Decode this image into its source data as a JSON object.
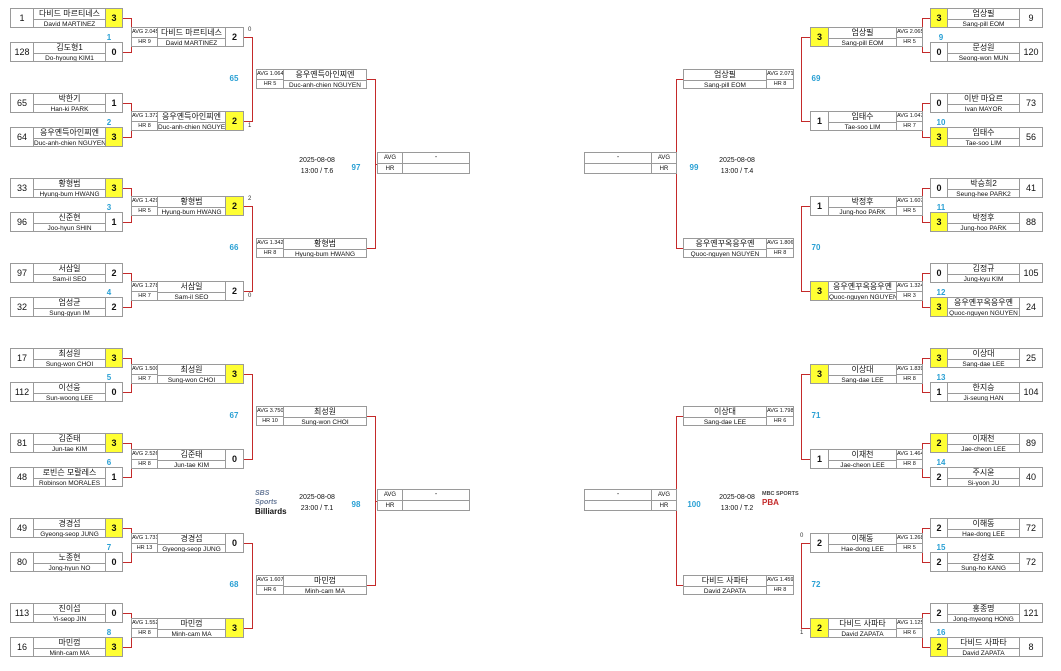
{
  "round1": [
    {
      "side": "L",
      "match": "1",
      "players": [
        {
          "seed": "1",
          "kr": "다비드 마르티네스",
          "en": "David MARTINEZ",
          "score": "3",
          "win": true
        },
        {
          "seed": "128",
          "kr": "김도형1",
          "en": "Do-hyoung KIM1",
          "score": "0",
          "win": false
        }
      ]
    },
    {
      "side": "L",
      "match": "2",
      "players": [
        {
          "seed": "65",
          "kr": "박한기",
          "en": "Han-ki PARK",
          "score": "1",
          "win": false
        },
        {
          "seed": "64",
          "kr": "응우옌득아인찌엔",
          "en": "Duc-anh-chien NGUYEN",
          "score": "3",
          "win": true
        }
      ]
    },
    {
      "side": "L",
      "match": "3",
      "players": [
        {
          "seed": "33",
          "kr": "황형범",
          "en": "Hyung-bum HWANG",
          "score": "3",
          "win": true
        },
        {
          "seed": "96",
          "kr": "신준현",
          "en": "Joo-hyun SHIN",
          "score": "1",
          "win": false
        }
      ]
    },
    {
      "side": "L",
      "match": "4",
      "players": [
        {
          "seed": "97",
          "kr": "서삼일",
          "en": "Sam-il SEO",
          "score": "2",
          "win": false
        },
        {
          "seed": "32",
          "kr": "엄성균",
          "en": "Sung-gyun IM",
          "score": "2",
          "win": false
        }
      ]
    },
    {
      "side": "L",
      "match": "5",
      "players": [
        {
          "seed": "17",
          "kr": "최성원",
          "en": "Sung-won CHOI",
          "score": "3",
          "win": true
        },
        {
          "seed": "112",
          "kr": "이선웅",
          "en": "Sun-woong LEE",
          "score": "0",
          "win": false
        }
      ]
    },
    {
      "side": "L",
      "match": "6",
      "players": [
        {
          "seed": "81",
          "kr": "김준태",
          "en": "Jun-tae KIM",
          "score": "3",
          "win": true
        },
        {
          "seed": "48",
          "kr": "로빈슨 모랄레스",
          "en": "Robinson MORALES",
          "score": "1",
          "win": false
        }
      ]
    },
    {
      "side": "L",
      "match": "7",
      "players": [
        {
          "seed": "49",
          "kr": "경경섭",
          "en": "Gyeong-seop JUNG",
          "score": "3",
          "win": true
        },
        {
          "seed": "80",
          "kr": "노종현",
          "en": "Jong-hyun NO",
          "score": "0",
          "win": false
        }
      ]
    },
    {
      "side": "L",
      "match": "8",
      "players": [
        {
          "seed": "113",
          "kr": "진이섭",
          "en": "Yi-seop JIN",
          "score": "0",
          "win": false
        },
        {
          "seed": "16",
          "kr": "마민껌",
          "en": "Minh-cam MA",
          "score": "3",
          "win": true
        }
      ]
    },
    {
      "side": "R",
      "match": "9",
      "players": [
        {
          "seed": "9",
          "kr": "엄상필",
          "en": "Sang-pill EOM",
          "score": "3",
          "win": true
        },
        {
          "seed": "120",
          "kr": "문성원",
          "en": "Seong-won MUN",
          "score": "0",
          "win": false
        }
      ]
    },
    {
      "side": "R",
      "match": "10",
      "players": [
        {
          "seed": "73",
          "kr": "이반 마요르",
          "en": "Ivan MAYOR",
          "score": "0",
          "win": false
        },
        {
          "seed": "56",
          "kr": "임태수",
          "en": "Tae-soo LIM",
          "score": "3",
          "win": true
        }
      ]
    },
    {
      "side": "R",
      "match": "11",
      "players": [
        {
          "seed": "41",
          "kr": "박승희2",
          "en": "Seung-hee PARK2",
          "score": "0",
          "win": false
        },
        {
          "seed": "88",
          "kr": "박정후",
          "en": "Jung-hoo PARK",
          "score": "3",
          "win": true
        }
      ]
    },
    {
      "side": "R",
      "match": "12",
      "players": [
        {
          "seed": "105",
          "kr": "김정규",
          "en": "Jung-kyu KIM",
          "score": "0",
          "win": false
        },
        {
          "seed": "24",
          "kr": "응우옌꾸옥응우옌",
          "en": "Quoc-nguyen NGUYEN",
          "score": "3",
          "win": true
        }
      ]
    },
    {
      "side": "R",
      "match": "13",
      "players": [
        {
          "seed": "25",
          "kr": "이상대",
          "en": "Sang-dae LEE",
          "score": "3",
          "win": true
        },
        {
          "seed": "104",
          "kr": "한지승",
          "en": "Ji-seung HAN",
          "score": "1",
          "win": false
        }
      ]
    },
    {
      "side": "R",
      "match": "14",
      "players": [
        {
          "seed": "89",
          "kr": "이재천",
          "en": "Jae-cheon LEE",
          "score": "2",
          "win": true
        },
        {
          "seed": "40",
          "kr": "주시윤",
          "en": "Si-yoon JU",
          "score": "2",
          "win": false
        }
      ]
    },
    {
      "side": "R",
      "match": "15",
      "players": [
        {
          "seed": "72",
          "kr": "이해동",
          "en": "Hae-dong LEE",
          "score": "2",
          "win": false
        },
        {
          "seed": "72",
          "kr": "강성호",
          "en": "Sung-ho KANG",
          "score": "2",
          "win": false
        }
      ]
    },
    {
      "side": "R",
      "match": "16",
      "players": [
        {
          "seed": "121",
          "kr": "홍종명",
          "en": "Jong-myeong HONG",
          "score": "2",
          "win": false
        },
        {
          "seed": "8",
          "kr": "다비드 사파타",
          "en": "David ZAPATA",
          "score": "2",
          "win": true
        }
      ]
    }
  ],
  "round2": [
    {
      "side": "L",
      "match": "65",
      "players": [
        {
          "avg": "AVG 2.045",
          "hr": "HR 9",
          "kr": "다비드 마르티네스",
          "en": "David MARTINEZ",
          "score": "2",
          "win": false,
          "set": "0"
        },
        {
          "avg": "AVG 1.372",
          "hr": "HR 8",
          "kr": "응우옌득아인찌엔",
          "en": "Duc-anh-chien NGUYEN",
          "score": "2",
          "win": true,
          "set": "1"
        }
      ]
    },
    {
      "side": "L",
      "match": "66",
      "players": [
        {
          "avg": "AVG 1.429",
          "hr": "HR 5",
          "kr": "황형범",
          "en": "Hyung-bum HWANG",
          "score": "2",
          "win": true,
          "set": "2"
        },
        {
          "avg": "AVG 1.278",
          "hr": "HR 7",
          "kr": "서삼일",
          "en": "Sam-il SEO",
          "score": "2",
          "win": false,
          "set": "0"
        }
      ]
    },
    {
      "side": "L",
      "match": "67",
      "players": [
        {
          "avg": "AVG 1.500",
          "hr": "HR 7",
          "kr": "최성원",
          "en": "Sung-won CHOI",
          "score": "3",
          "win": true,
          "set": ""
        },
        {
          "avg": "AVG 2.526",
          "hr": "HR 8",
          "kr": "김준태",
          "en": "Jun-tae KIM",
          "score": "0",
          "win": false,
          "set": ""
        }
      ]
    },
    {
      "side": "L",
      "match": "68",
      "players": [
        {
          "avg": "AVG 1.731",
          "hr": "HR 13",
          "kr": "경경섭",
          "en": "Gyeong-seop JUNG",
          "score": "0",
          "win": false,
          "set": ""
        },
        {
          "avg": "AVG 1.552",
          "hr": "HR 8",
          "kr": "마민껌",
          "en": "Minh-cam MA",
          "score": "3",
          "win": true,
          "set": ""
        }
      ]
    },
    {
      "side": "R",
      "match": "69",
      "players": [
        {
          "avg": "AVG 2.065",
          "hr": "HR 5",
          "kr": "엄상필",
          "en": "Sang-pill EOM",
          "score": "3",
          "win": true,
          "set": ""
        },
        {
          "avg": "AVG 1.047",
          "hr": "HR 7",
          "kr": "임태수",
          "en": "Tae-soo LIM",
          "score": "1",
          "win": false,
          "set": ""
        }
      ]
    },
    {
      "side": "R",
      "match": "70",
      "players": [
        {
          "avg": "AVG 1.607",
          "hr": "HR 5",
          "kr": "박정후",
          "en": "Jung-hoo PARK",
          "score": "1",
          "win": false,
          "set": ""
        },
        {
          "avg": "AVG 1.324",
          "hr": "HR 3",
          "kr": "응우옌꾸옥응우옌",
          "en": "Quoc-nguyen NGUYEN",
          "score": "3",
          "win": true,
          "set": ""
        }
      ]
    },
    {
      "side": "R",
      "match": "71",
      "players": [
        {
          "avg": "AVG 1.839",
          "hr": "HR 8",
          "kr": "이상대",
          "en": "Sang-dae LEE",
          "score": "3",
          "win": true,
          "set": ""
        },
        {
          "avg": "AVG 1.464",
          "hr": "HR 8",
          "kr": "이재천",
          "en": "Jae-cheon LEE",
          "score": "1",
          "win": false,
          "set": ""
        }
      ]
    },
    {
      "side": "R",
      "match": "72",
      "players": [
        {
          "avg": "AVG 1.268",
          "hr": "HR 5",
          "kr": "이해동",
          "en": "Hae-dong LEE",
          "score": "2",
          "win": false,
          "set": "0"
        },
        {
          "avg": "AVG 1.125",
          "hr": "HR 6",
          "kr": "다비드 사파타",
          "en": "David ZAPATA",
          "score": "2",
          "win": true,
          "set": "1"
        }
      ]
    }
  ],
  "round3": [
    {
      "side": "L",
      "match": "97",
      "info": [
        "2025-08-08",
        "13:00 / T.6"
      ],
      "players": [
        {
          "avg": "AVG 1.064",
          "hr": "HR 5",
          "kr": "응우옌득아인찌엔",
          "en": "Duc-anh-chien NGUYEN"
        },
        {
          "avg": "AVG 1.342",
          "hr": "HR 8",
          "kr": "황형범",
          "en": "Hyung-bum HWANG"
        }
      ]
    },
    {
      "side": "L",
      "match": "98",
      "info": [
        "2025-08-08",
        "23:00 / T.1"
      ],
      "players": [
        {
          "avg": "AVG 3.750",
          "hr": "HR 10",
          "kr": "최성원",
          "en": "Sung-won CHOI"
        },
        {
          "avg": "AVG 1.607",
          "hr": "HR 6",
          "kr": "마민껌",
          "en": "Minh-cam MA"
        }
      ]
    },
    {
      "side": "R",
      "match": "99",
      "info": [
        "2025-08-08",
        "13:00 / T.4"
      ],
      "players": [
        {
          "avg": "AVG 2.071",
          "hr": "HR 8",
          "kr": "엄상필",
          "en": "Sang-pill EOM"
        },
        {
          "avg": "AVG 1.806",
          "hr": "HR 8",
          "kr": "응우옌꾸옥응우옌",
          "en": "Quoc-nguyen NGUYEN"
        }
      ]
    },
    {
      "side": "R",
      "match": "100",
      "info": [
        "2025-08-08",
        "13:00 / T.2"
      ],
      "players": [
        {
          "avg": "AVG 1.798",
          "hr": "HR 6",
          "kr": "이상대",
          "en": "Sang-dae LEE"
        },
        {
          "avg": "AVG 1.459",
          "hr": "HR 8",
          "kr": "다비드 사파타",
          "en": "David ZAPATA"
        }
      ]
    }
  ],
  "pending": [
    {
      "avg": "AVG",
      "hr": "HR",
      "value": "-"
    },
    {
      "avg": "AVG",
      "hr": "HR",
      "value": "-"
    },
    {
      "avg": "AVG",
      "hr": "HR",
      "value": "-"
    },
    {
      "avg": "AVG",
      "hr": "HR",
      "value": "-"
    }
  ],
  "logos": {
    "left": {
      "line1": "SBS Sports",
      "line2": "Billiards"
    },
    "right": {
      "line1": "MBC SPORTS",
      "line2": "PBA"
    }
  },
  "colors": {
    "connector": "#c42a2a",
    "winner": "#ffff33",
    "match_number": "#2aa0d4"
  }
}
